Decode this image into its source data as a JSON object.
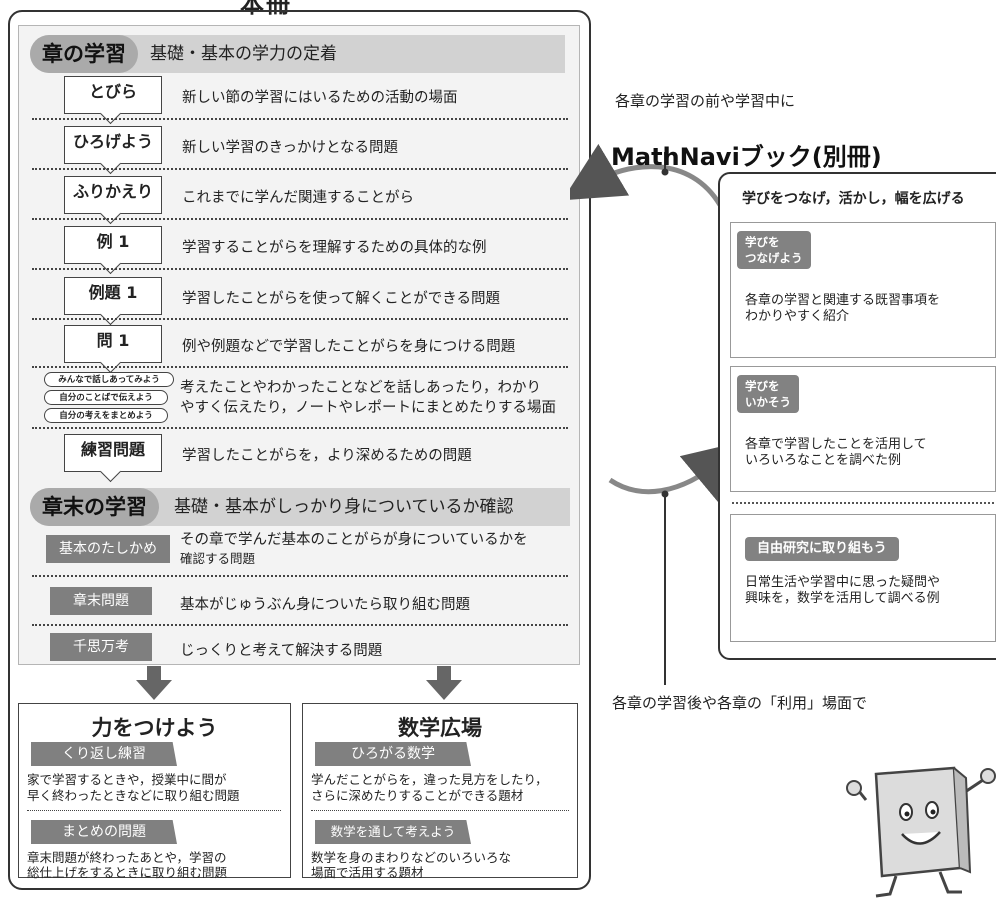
{
  "main_title": "本冊",
  "chapter": {
    "label": "章の学習",
    "subtitle": "基礎・基本の学力の定着",
    "items": [
      {
        "label": "とびら",
        "desc": "新しい節の学習にはいるための活動の場面"
      },
      {
        "label": "ひろげよう",
        "desc": "新しい学習のきっかけとなる問題"
      },
      {
        "label": "ふりかえり",
        "desc": "これまでに学んだ関連することがら"
      },
      {
        "label": "例 1",
        "desc": "学習することがらを理解するための具体的な例"
      },
      {
        "label": "例題 1",
        "desc": "学習したことがらを使って解くことができる問題"
      },
      {
        "label": "問 1",
        "desc": "例や例題などで学習したことがらを身につける問題"
      }
    ],
    "activity_pills": [
      "みんなで話しあってみよう",
      "自分のことばで伝えよう",
      "自分の考えをまとめよう"
    ],
    "activity_desc_1": "考えたことやわかったことなどを話しあったり，わかり",
    "activity_desc_2": "やすく伝えたり，ノートやレポートにまとめたりする場面",
    "practice": {
      "label": "練習問題",
      "desc": "学習したことがらを，より深めるための問題"
    }
  },
  "chapter_end": {
    "label": "章末の学習",
    "subtitle": "基礎・基本がしっかり身についているか確認",
    "items": [
      {
        "label": "基本のたしかめ",
        "desc_1": "その章で学んだ基本のことがらが身についているかを",
        "desc_2": "確認する問題"
      },
      {
        "label": "章末問題",
        "desc_1": "基本がじゅうぶん身についたら取り組む問題"
      },
      {
        "label": "千思万考",
        "desc_1": "じっくりと考えて解決する問題"
      }
    ]
  },
  "power": {
    "title": "力をつけよう",
    "items": [
      {
        "label": "くり返し練習",
        "desc_1": "家で学習するときや，授業中に間が",
        "desc_2": "早く終わったときなどに取り組む問題"
      },
      {
        "label": "まとめの問題",
        "desc_1": "章末問題が終わったあとや，学習の",
        "desc_2": "総仕上げをするときに取り組む問題"
      }
    ]
  },
  "plaza": {
    "title": "数学広場",
    "items": [
      {
        "label": "ひろがる数学",
        "desc_1": "学んだことがらを，違った見方をしたり，",
        "desc_2": "さらに深めたりすることができる題材"
      },
      {
        "label": "数学を通して考えよう",
        "desc_1": "数学を身のまわりなどのいろいろな",
        "desc_2": "場面で活用する題材"
      }
    ]
  },
  "annotation_top": "各章の学習の前や学習中に",
  "annotation_bottom": "各章の学習後や各章の「利用」場面で",
  "mathnavi": {
    "title": "MathNaviブック(別冊)",
    "subtitle": "学びをつなげ，活かし，幅を広げる",
    "boxes": [
      {
        "tag_1": "学びを",
        "tag_2": "つなげよう",
        "desc_1": "各章の学習と関連する既習事項を",
        "desc_2": "わかりやすく紹介"
      },
      {
        "tag_1": "学びを",
        "tag_2": "いかそう",
        "desc_1": "各章で学習したことを活用して",
        "desc_2": "いろいろなことを調べた例"
      },
      {
        "tag_1": "自由研究に取り組もう",
        "desc_1": "日常生活や学習中に思った疑問や",
        "desc_2": "興味を，数学を活用して調べる例"
      }
    ]
  },
  "colors": {
    "panel": "#f3f3f3",
    "header_band": "#d2d2d2",
    "header_pill": "#aaaaaa",
    "label_gray": "#7f7f7f",
    "outline": "#333333"
  }
}
